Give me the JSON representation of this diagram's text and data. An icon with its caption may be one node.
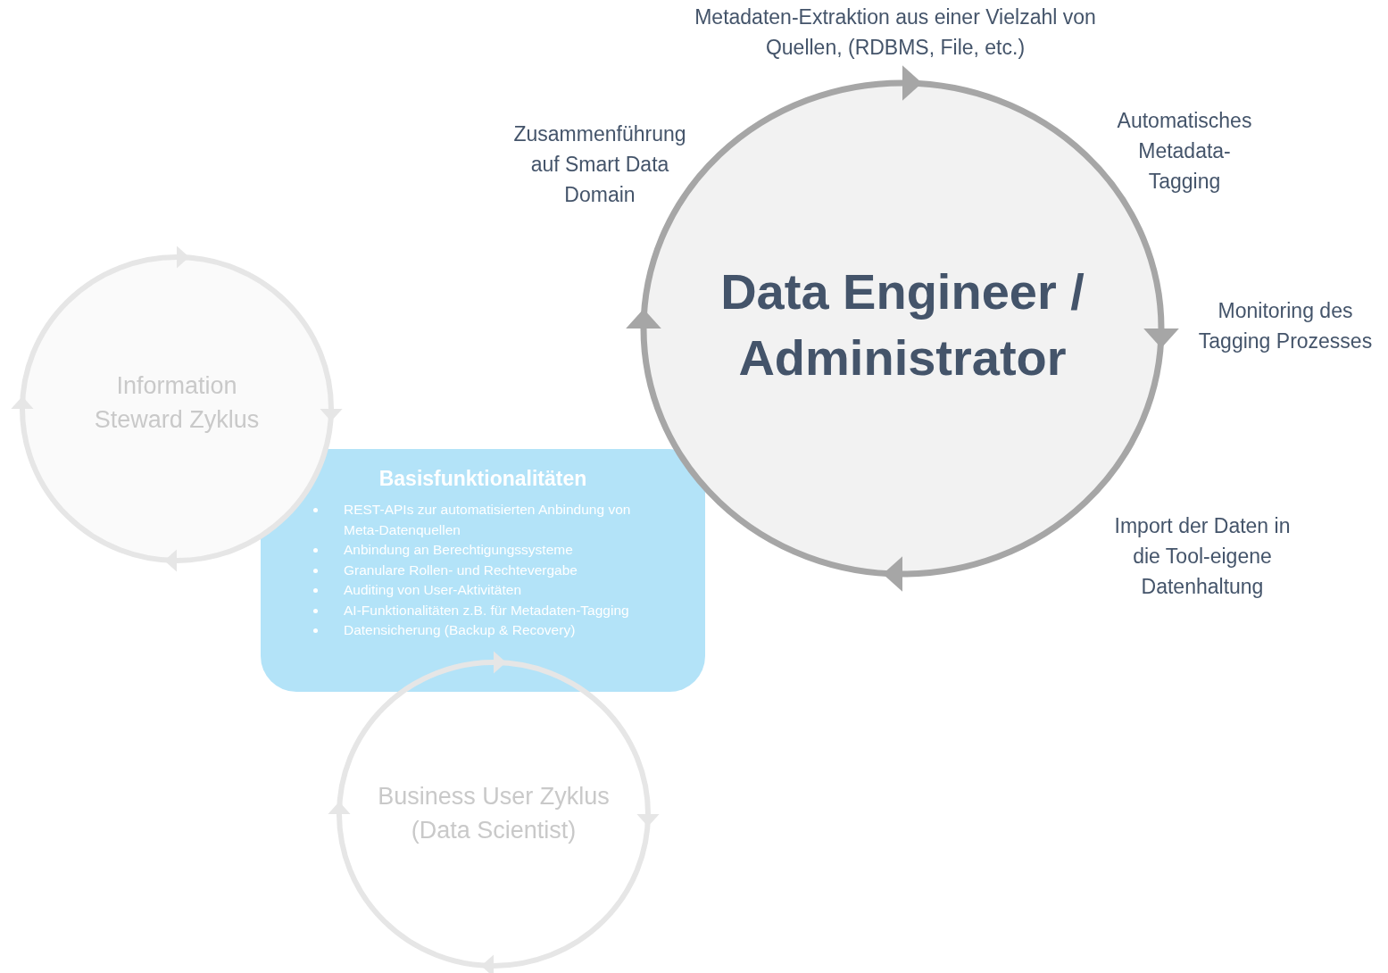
{
  "diagram": {
    "nodes": [
      {
        "text": [
          "Data Engineer / Administrator"
        ]
      },
      {
        "text": [
          "Information Steward Zyklus"
        ]
      },
      {
        "text": [
          "Basisfunktionalitäten",
          "REST-APIs zur automatisierten Anbindung von Meta-Datenquellen",
          "Anbindung an Berechtigungssysteme",
          "Granulare Rollen- und Rechtevergabe",
          "Auditing von User-Aktivitäten",
          "AI-Funktionalitäten z.B. für Metadaten-Tagging",
          "Datensicherung (Backup & Recovery)"
        ]
      },
      {
        "text": [
          "Business User Zyklus (Data Scientist)"
        ]
      }
    ],
    "labels": [
      "Metadaten-Extraktion aus einer Vielzahl von Quellen, (RDBMS, File, etc.)",
      "Zusammenführung auf Smart Data Domain",
      "Automatisches Metadata-Tagging",
      "Monitoring des Tagging Prozesses",
      "Import der Daten in die Tool-eigene Datenhaltung"
    ]
  }
}
